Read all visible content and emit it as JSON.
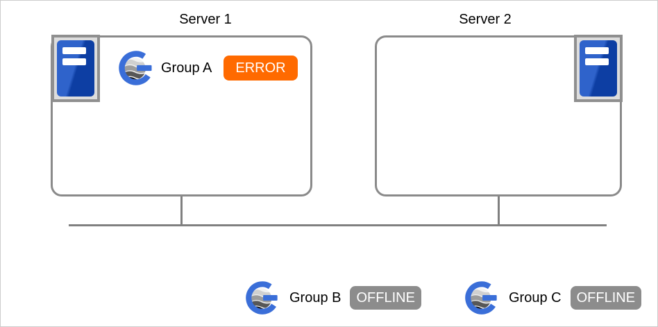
{
  "diagram": {
    "servers": [
      {
        "title": "Server 1"
      },
      {
        "title": "Server 2"
      }
    ],
    "groups": [
      {
        "name": "Group A",
        "status": "ERROR"
      },
      {
        "name": "Group B",
        "status": "OFFLINE"
      },
      {
        "name": "Group C",
        "status": "OFFLINE"
      }
    ],
    "icons": {
      "server": "server-tower-icon",
      "group": "group-logo-icon"
    },
    "colors": {
      "error_badge": "#FF6A00",
      "offline_badge": "#8C8C8C",
      "box_border": "#8A8A8A",
      "network_line": "#808080",
      "logo_blue": "#3A6ED8",
      "server_blue_light": "#2F63CB",
      "server_blue_dark": "#0D3EA3",
      "canvas_border": "#CCCCCC"
    }
  }
}
